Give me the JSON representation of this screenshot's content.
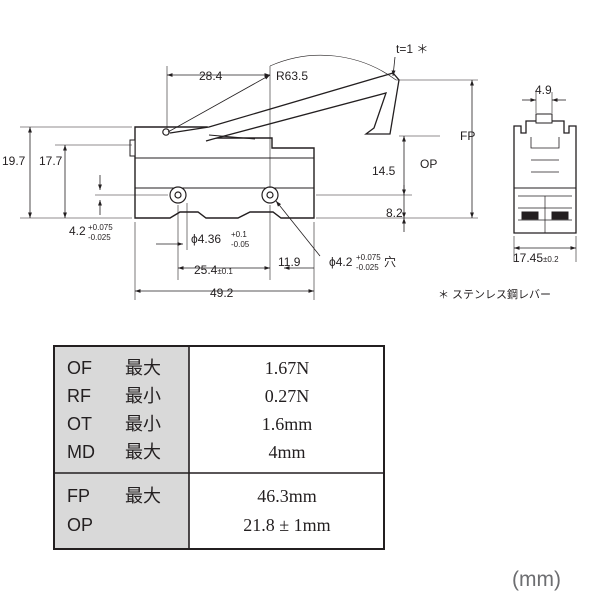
{
  "front_view": {
    "dims": {
      "d_28_4": "28.4",
      "d_R63_5": "R63.5",
      "d_t1": "t=1 ＊",
      "d_19_7": "19.7",
      "d_17_7": "17.7",
      "d_14_5": "14.5",
      "d_8_2": "8.2",
      "d_25_4": "25.4",
      "d_25_4_tol": "±0.1",
      "d_11_9": "11.9",
      "d_49_2": "49.2",
      "d_fp": "FP",
      "d_op": "OP"
    },
    "hole_left": {
      "base": "4.2",
      "tol_upper": "+0.075",
      "tol_lower": "-0.025"
    },
    "hole_dia_a": {
      "base": "ϕ4.36",
      "tol_upper": "+0.1",
      "tol_lower": "-0.05"
    },
    "hole_dia_b": {
      "base": "ϕ4.2",
      "tol_upper": "+0.075",
      "tol_lower": "-0.025",
      "suffix": "穴"
    }
  },
  "side_view": {
    "d_4_9": "4.9",
    "d_17_45": "17.45",
    "d_17_45_tol": "±0.2"
  },
  "note": "＊ ステンレス鋼レバー",
  "spec_table": {
    "rows": [
      {
        "param": "OF",
        "qualifier": "最大",
        "value": "1.67N"
      },
      {
        "param": "RF",
        "qualifier": "最小",
        "value": "0.27N"
      },
      {
        "param": "OT",
        "qualifier": "最小",
        "value": "1.6mm"
      },
      {
        "param": "MD",
        "qualifier": "最大",
        "value": "4mm"
      },
      {
        "param": "FP",
        "qualifier": "最大",
        "value": "46.3mm"
      },
      {
        "param": "OP",
        "qualifier": "",
        "value": "21.8 ± 1mm"
      }
    ]
  },
  "unit_label": "(mm)",
  "colors": {
    "line": "#231f20",
    "table_shade": "#d9d9d9",
    "unit": "#6d6e71"
  }
}
